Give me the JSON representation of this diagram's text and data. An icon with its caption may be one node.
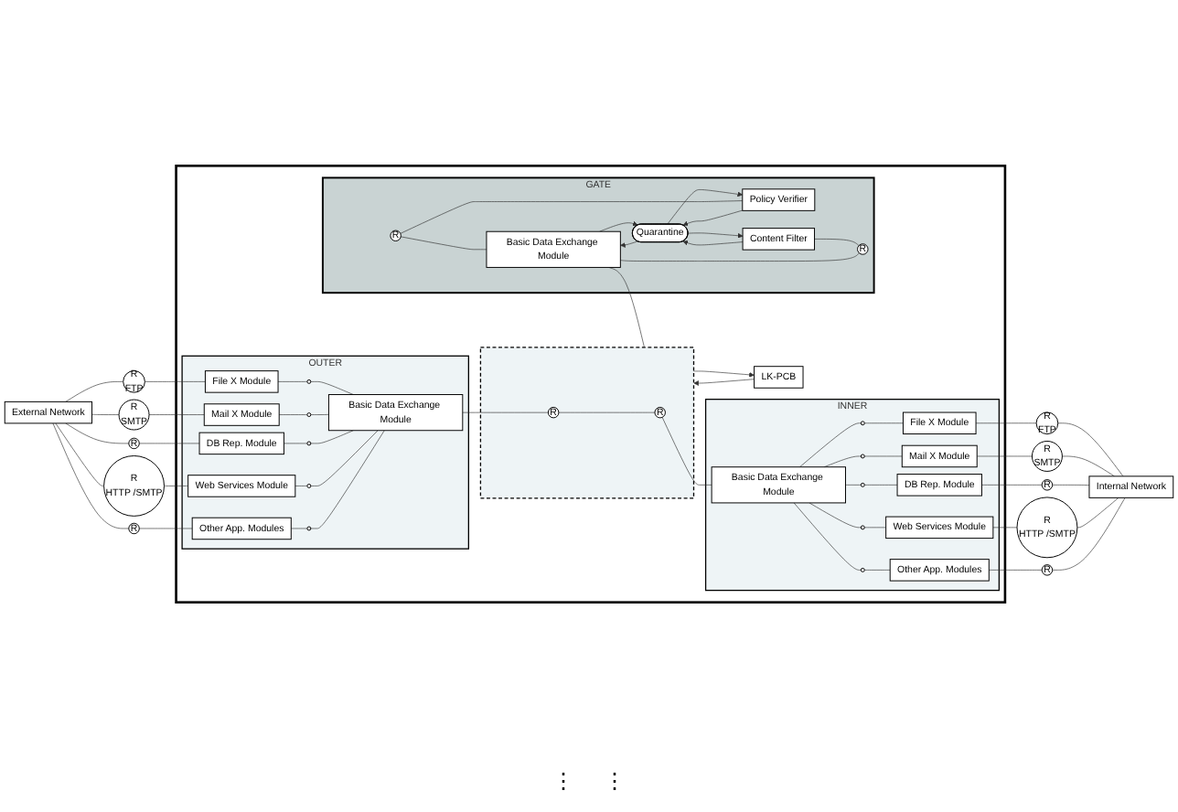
{
  "diagram": {
    "nodes": [
      {
        "text": [
          "External Network"
        ]
      },
      {
        "text": [
          "Internal Network"
        ]
      },
      {
        "text": [],
        "shape": "box"
      },
      {
        "text": [
          "OUTER"
        ],
        "in": 2
      },
      {
        "text": [
          "File X Module"
        ],
        "in": 3
      },
      {
        "text": [
          "Mail X Module"
        ],
        "in": 3
      },
      {
        "text": [
          "DB Rep. Module"
        ],
        "in": 3
      },
      {
        "text": [
          "Web Services Module"
        ],
        "in": 3
      },
      {
        "text": [
          "Other App. Modules"
        ],
        "in": 3
      },
      {
        "text": [
          "Basic Data Exchange Module"
        ],
        "in": 3
      },
      {
        "text": [],
        "shape": "circle",
        "in": 3
      },
      {
        "text": [],
        "shape": "circle",
        "in": 3
      },
      {
        "text": [],
        "shape": "circle",
        "in": 3
      },
      {
        "text": [],
        "shape": "circle",
        "in": 3
      },
      {
        "text": [],
        "shape": "circle",
        "in": 3
      },
      {
        "text": [
          "R",
          "FTP"
        ]
      },
      {
        "text": [
          "R",
          "SMTP"
        ]
      },
      {
        "text": [
          "R"
        ]
      },
      {
        "text": [
          "R",
          "HTTP /SMTP"
        ]
      },
      {
        "text": [
          "R"
        ]
      },
      {
        "text": [
          "GATE"
        ],
        "in": 2
      },
      {
        "text": [
          "Content Filter"
        ],
        "in": 20
      },
      {
        "text": [
          "Policy Verifier"
        ],
        "in": 20
      },
      {
        "text": [
          "Quarantine"
        ],
        "in": 20
      },
      {
        "text": [
          "Basic Data Exchange Module"
        ],
        "in": 20
      },
      {
        "text": [
          "R"
        ],
        "in": 20
      },
      {
        "text": [
          "R"
        ],
        "in": 20
      },
      {
        "text": [],
        "shape": "box",
        "in": 2
      },
      {
        "text": [
          "R"
        ],
        "in": 27
      },
      {
        "text": [
          "R"
        ],
        "in": 27
      },
      {
        "text": [
          "LK-PCB"
        ],
        "in": 2
      },
      {
        "text": [
          "INNER"
        ],
        "in": 2
      },
      {
        "text": [
          "File X Module"
        ],
        "in": 31
      },
      {
        "text": [
          "Mail X Module"
        ],
        "in": 31
      },
      {
        "text": [
          "DB Rep. Module"
        ],
        "in": 31
      },
      {
        "text": [
          "Web Services Module"
        ],
        "in": 31
      },
      {
        "text": [
          "Other App. Modules"
        ],
        "in": 31
      },
      {
        "text": [
          "Basic Data Exchange Module"
        ],
        "in": 31
      },
      {
        "text": [],
        "shape": "circle",
        "in": 31
      },
      {
        "text": [],
        "shape": "circle",
        "in": 31
      },
      {
        "text": [],
        "shape": "circle",
        "in": 31
      },
      {
        "text": [],
        "shape": "circle",
        "in": 31
      },
      {
        "text": [],
        "shape": "circle",
        "in": 31
      },
      {
        "text": [
          "R",
          "FTP"
        ]
      },
      {
        "text": [
          "R",
          "SMTP"
        ]
      },
      {
        "text": [
          "R"
        ]
      },
      {
        "text": [
          "R",
          "HTTP /SMTP"
        ]
      },
      {
        "text": [
          "R"
        ]
      }
    ],
    "edges": [
      {
        "from": 0,
        "to": 15,
        "arrow": "none"
      },
      {
        "from": 15,
        "to": 4,
        "arrow": "none"
      },
      {
        "from": 4,
        "to": 10,
        "arrow": "none"
      },
      {
        "from": 10,
        "to": 9,
        "arrow": "none"
      },
      {
        "from": 0,
        "to": 16,
        "arrow": "none"
      },
      {
        "from": 16,
        "to": 5,
        "arrow": "none"
      },
      {
        "from": 5,
        "to": 11,
        "arrow": "none"
      },
      {
        "from": 11,
        "to": 9,
        "arrow": "none"
      },
      {
        "from": 0,
        "to": 17,
        "arrow": "none"
      },
      {
        "from": 17,
        "to": 6,
        "arrow": "none"
      },
      {
        "from": 6,
        "to": 12,
        "arrow": "none"
      },
      {
        "from": 12,
        "to": 9,
        "arrow": "none"
      },
      {
        "from": 0,
        "to": 18,
        "arrow": "none"
      },
      {
        "from": 18,
        "to": 7,
        "arrow": "none"
      },
      {
        "from": 7,
        "to": 13,
        "arrow": "none"
      },
      {
        "from": 13,
        "to": 9,
        "arrow": "none"
      },
      {
        "from": 0,
        "to": 19,
        "arrow": "none"
      },
      {
        "from": 19,
        "to": 8,
        "arrow": "none"
      },
      {
        "from": 8,
        "to": 14,
        "arrow": "none"
      },
      {
        "from": 14,
        "to": 9,
        "arrow": "none"
      },
      {
        "from": 21,
        "to": 25,
        "arrow": "none"
      },
      {
        "from": 25,
        "to": 24,
        "arrow": "none"
      },
      {
        "from": 22,
        "to": 26,
        "arrow": "none"
      },
      {
        "from": 26,
        "to": 24,
        "arrow": "none"
      },
      {
        "from": 21,
        "to": 23,
        "arrow": "to"
      },
      {
        "from": 23,
        "to": 21,
        "arrow": "to"
      },
      {
        "from": 22,
        "to": 23,
        "arrow": "to"
      },
      {
        "from": 23,
        "to": 22,
        "arrow": "to"
      },
      {
        "from": 23,
        "to": 24,
        "arrow": "to"
      },
      {
        "from": 24,
        "to": 23,
        "arrow": "to"
      },
      {
        "from": 9,
        "to": 28,
        "arrow": "none"
      },
      {
        "from": 28,
        "to": 29,
        "arrow": "none"
      },
      {
        "from": 29,
        "to": 37,
        "arrow": "none"
      },
      {
        "from": 24,
        "to": 27,
        "arrow": "none"
      },
      {
        "from": 27,
        "to": 30,
        "arrow": "to"
      },
      {
        "from": 30,
        "to": 27,
        "arrow": "to"
      },
      {
        "from": 37,
        "to": 38,
        "arrow": "none"
      },
      {
        "from": 38,
        "to": 32,
        "arrow": "none"
      },
      {
        "from": 32,
        "to": 43,
        "arrow": "none"
      },
      {
        "from": 43,
        "to": 1,
        "arrow": "none"
      },
      {
        "from": 37,
        "to": 39,
        "arrow": "none"
      },
      {
        "from": 39,
        "to": 33,
        "arrow": "none"
      },
      {
        "from": 33,
        "to": 44,
        "arrow": "none"
      },
      {
        "from": 44,
        "to": 1,
        "arrow": "none"
      },
      {
        "from": 37,
        "to": 40,
        "arrow": "none"
      },
      {
        "from": 40,
        "to": 34,
        "arrow": "none"
      },
      {
        "from": 34,
        "to": 45,
        "arrow": "none"
      },
      {
        "from": 45,
        "to": 1,
        "arrow": "none"
      },
      {
        "from": 37,
        "to": 41,
        "arrow": "none"
      },
      {
        "from": 41,
        "to": 35,
        "arrow": "none"
      },
      {
        "from": 35,
        "to": 46,
        "arrow": "none"
      },
      {
        "from": 46,
        "to": 1,
        "arrow": "none"
      },
      {
        "from": 37,
        "to": 42,
        "arrow": "none"
      },
      {
        "from": 42,
        "to": 36,
        "arrow": "none"
      },
      {
        "from": 36,
        "to": 47,
        "arrow": "none"
      },
      {
        "from": 47,
        "to": 1,
        "arrow": "none"
      }
    ],
    "labels": [
      "⋮",
      "⋮"
    ]
  }
}
